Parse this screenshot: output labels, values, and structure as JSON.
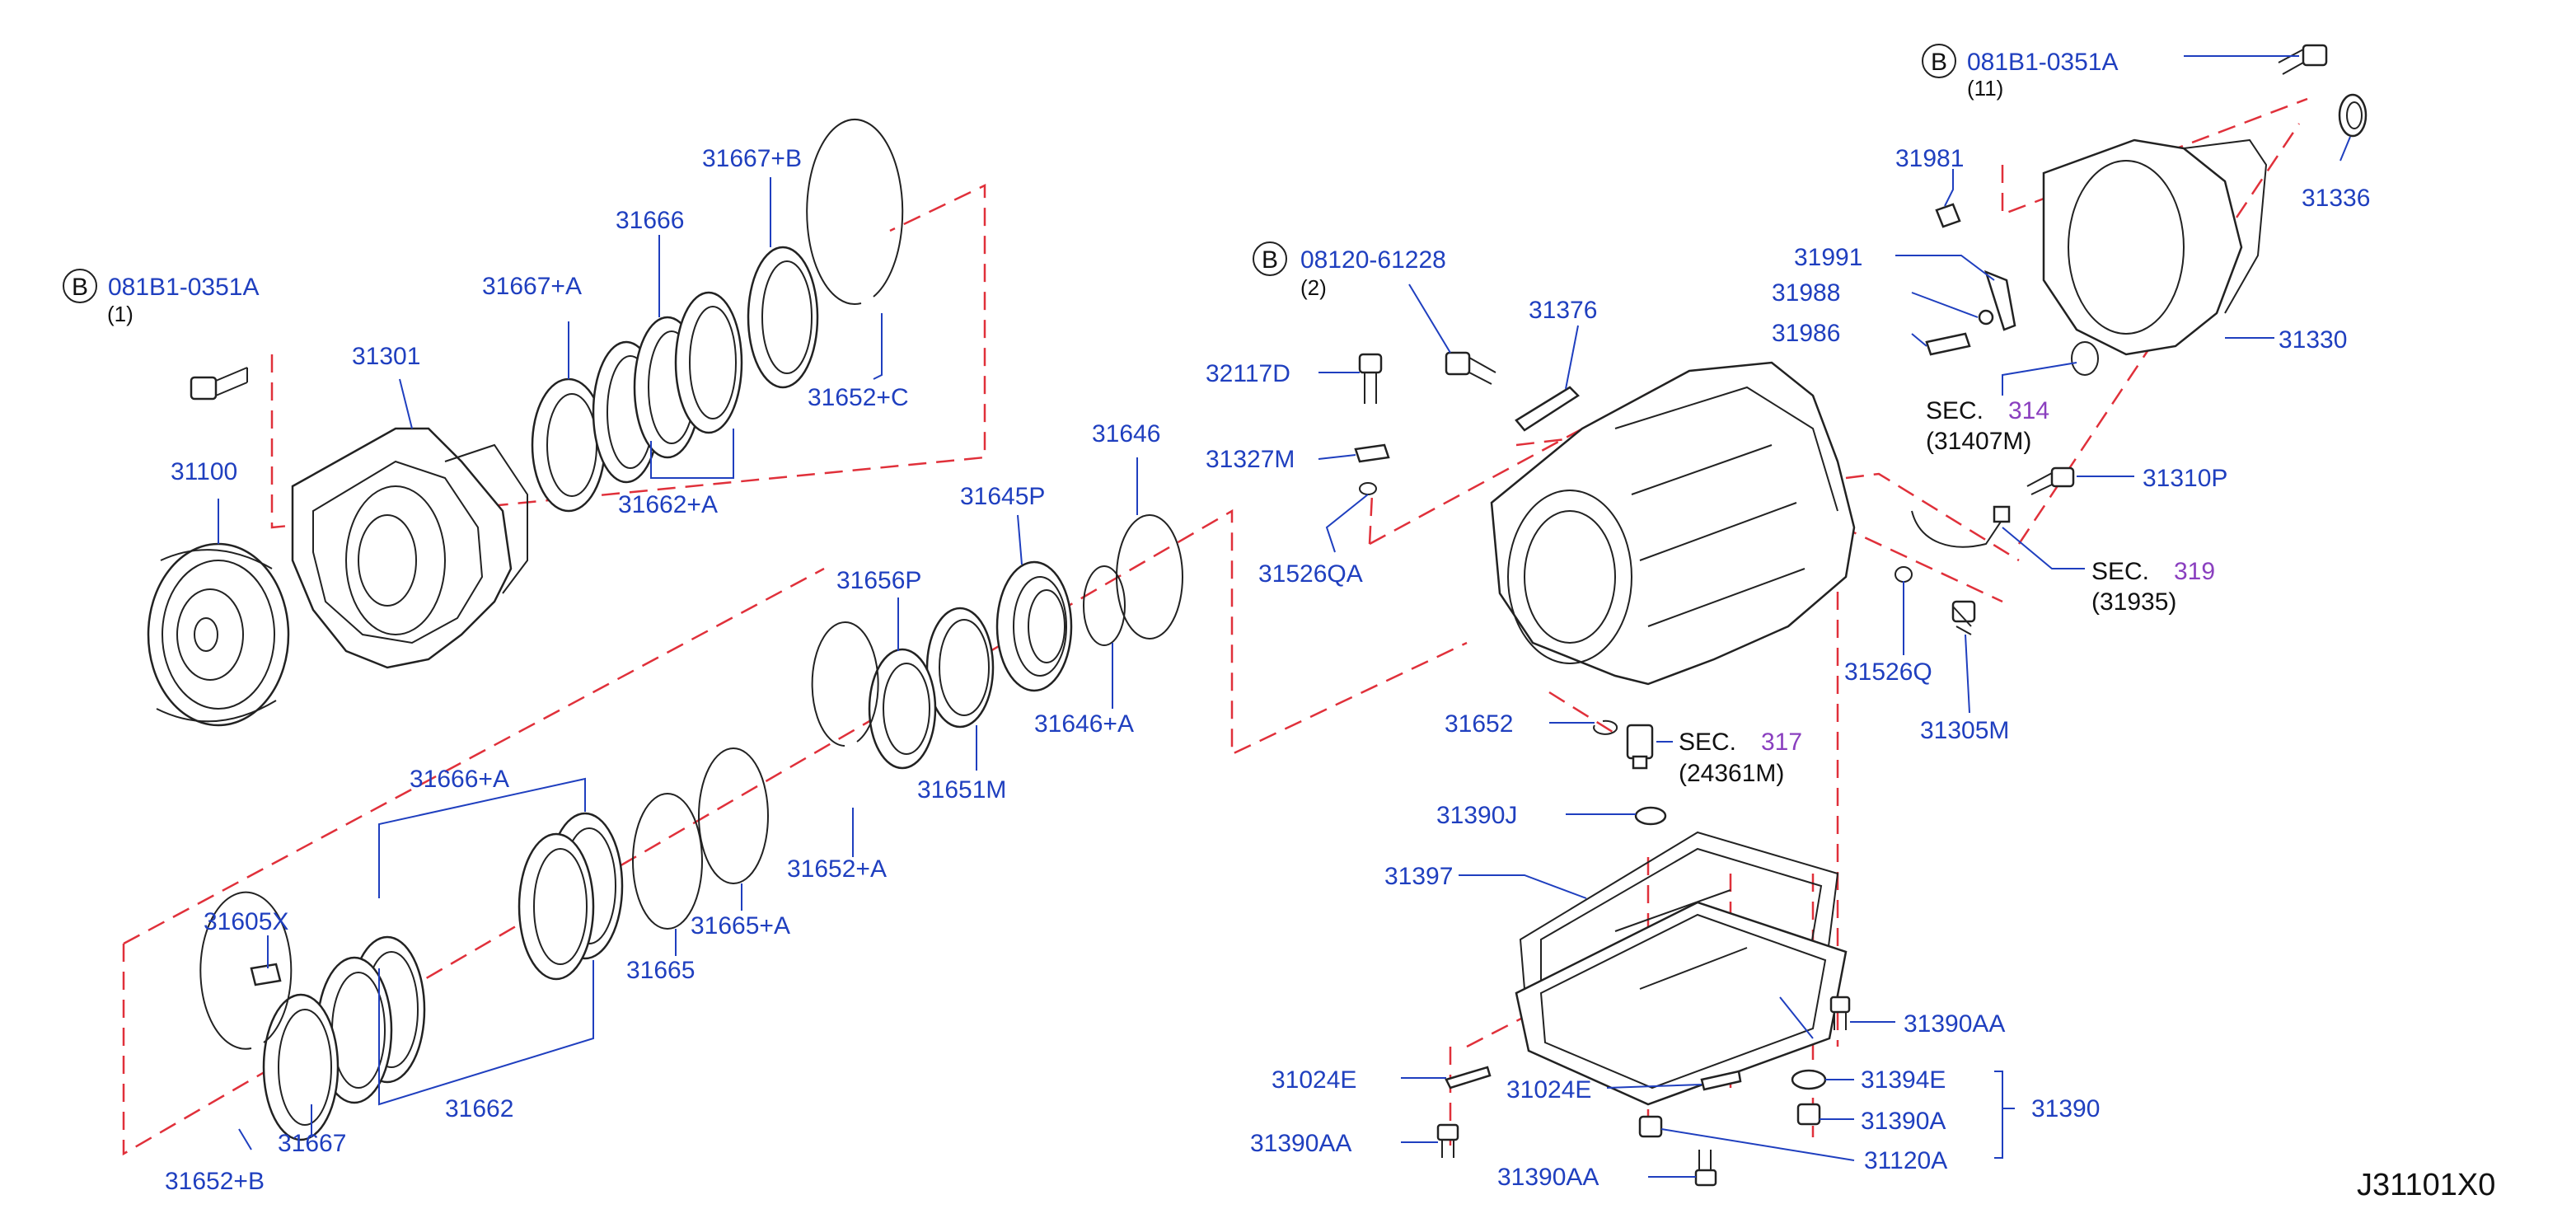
{
  "diagram": {
    "code": "J31101X0",
    "callouts": {
      "p31100": "31100",
      "p31301": "31301",
      "b1_symbol": "B",
      "b1_part": "081B1-0351A",
      "b1_qty": "(1)",
      "p31667b": "31667+B",
      "p31666": "31666",
      "p31667a": "31667+A",
      "p31652c": "31652+C",
      "p31662a": "31662+A",
      "p31646": "31646",
      "p31645p": "31645P",
      "p31656p": "31656P",
      "p31646a": "31646+A",
      "p31651m": "31651M",
      "p31652a": "31652+A",
      "p31665a": "31665+A",
      "p31665": "31665",
      "p31666a": "31666+A",
      "p31605x": "31605X",
      "p31667": "31667",
      "p31652b": "31652+B",
      "p31662": "31662",
      "b2_symbol": "B",
      "b2_part": "08120-61228",
      "b2_qty": "(2)",
      "p31376": "31376",
      "p32117d": "32117D",
      "p31327m": "31327M",
      "p31526qa": "31526QA",
      "b3_symbol": "B",
      "b3_part": "081B1-0351A",
      "b3_qty": "(11)",
      "p31981": "31981",
      "p31336": "31336",
      "p31991": "31991",
      "p31988": "31988",
      "p31986": "31986",
      "p31330": "31330",
      "sec314_label": "SEC.",
      "sec314_num": "314",
      "sec314_ref": "(31407M)",
      "p31310p": "31310P",
      "sec319_label": "SEC.",
      "sec319_num": "319",
      "sec319_ref": "(31935)",
      "p31526q": "31526Q",
      "p31305m": "31305M",
      "p31652": "31652",
      "sec317_label": "SEC.",
      "sec317_num": "317",
      "sec317_ref": "(24361M)",
      "p31390j": "31390J",
      "p31397": "31397",
      "p31390aa_r": "31390AA",
      "p31024e_l": "31024E",
      "p31024e_r": "31024E",
      "p31394e": "31394E",
      "p31390": "31390",
      "p31390aa_l": "31390AA",
      "p31390a": "31390A",
      "p31390aa_b": "31390AA",
      "p31120a": "31120A"
    }
  }
}
